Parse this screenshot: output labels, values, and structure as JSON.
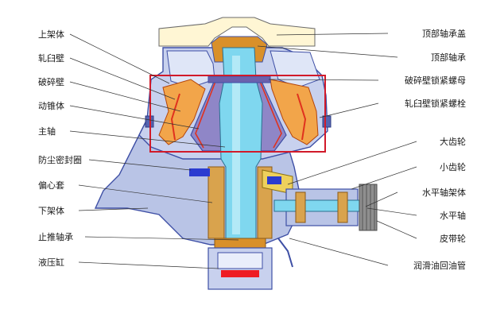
{
  "diagram": {
    "left_labels": [
      {
        "id": "upper-frame",
        "text": "上架体"
      },
      {
        "id": "concave",
        "text": "轧臼壁"
      },
      {
        "id": "mantle",
        "text": "破碎壁"
      },
      {
        "id": "moving-cone",
        "text": "动锥体"
      },
      {
        "id": "main-shaft",
        "text": "主轴"
      },
      {
        "id": "dust-seal-ring",
        "text": "防尘密封圈"
      },
      {
        "id": "eccentric-sleeve",
        "text": "偏心套"
      },
      {
        "id": "lower-frame",
        "text": "下架体"
      },
      {
        "id": "thrust-bearing",
        "text": "止推轴承"
      },
      {
        "id": "hydraulic-cylinder",
        "text": "液压缸"
      }
    ],
    "right_labels": [
      {
        "id": "top-bearing-cover",
        "text": "顶部轴承盖"
      },
      {
        "id": "top-bearing",
        "text": "顶部轴承"
      },
      {
        "id": "mantle-lock-nut",
        "text": "破碎壁锁紧螺母"
      },
      {
        "id": "concave-lock-bolt",
        "text": "轧臼壁锁紧螺栓"
      },
      {
        "id": "large-gear",
        "text": "大齿轮"
      },
      {
        "id": "small-gear",
        "text": "小齿轮"
      },
      {
        "id": "horizontal-shaft-frame",
        "text": "水平轴架体"
      },
      {
        "id": "horizontal-shaft",
        "text": "水平轴"
      },
      {
        "id": "pulley",
        "text": "皮带轮"
      },
      {
        "id": "lube-return-pipe",
        "text": "润滑油回油管"
      }
    ],
    "colors": {
      "frame": "#3e4fa5",
      "frame_fill": "#b9c4e6",
      "cover": "#fff6d4",
      "shaft": "#7fd7ef",
      "bronze": "#d9902a",
      "concave_red": "#e0321e",
      "highlight_box": "#d11a2a",
      "hydraulic_red": "#ee1c24",
      "leader": "#333333"
    }
  }
}
